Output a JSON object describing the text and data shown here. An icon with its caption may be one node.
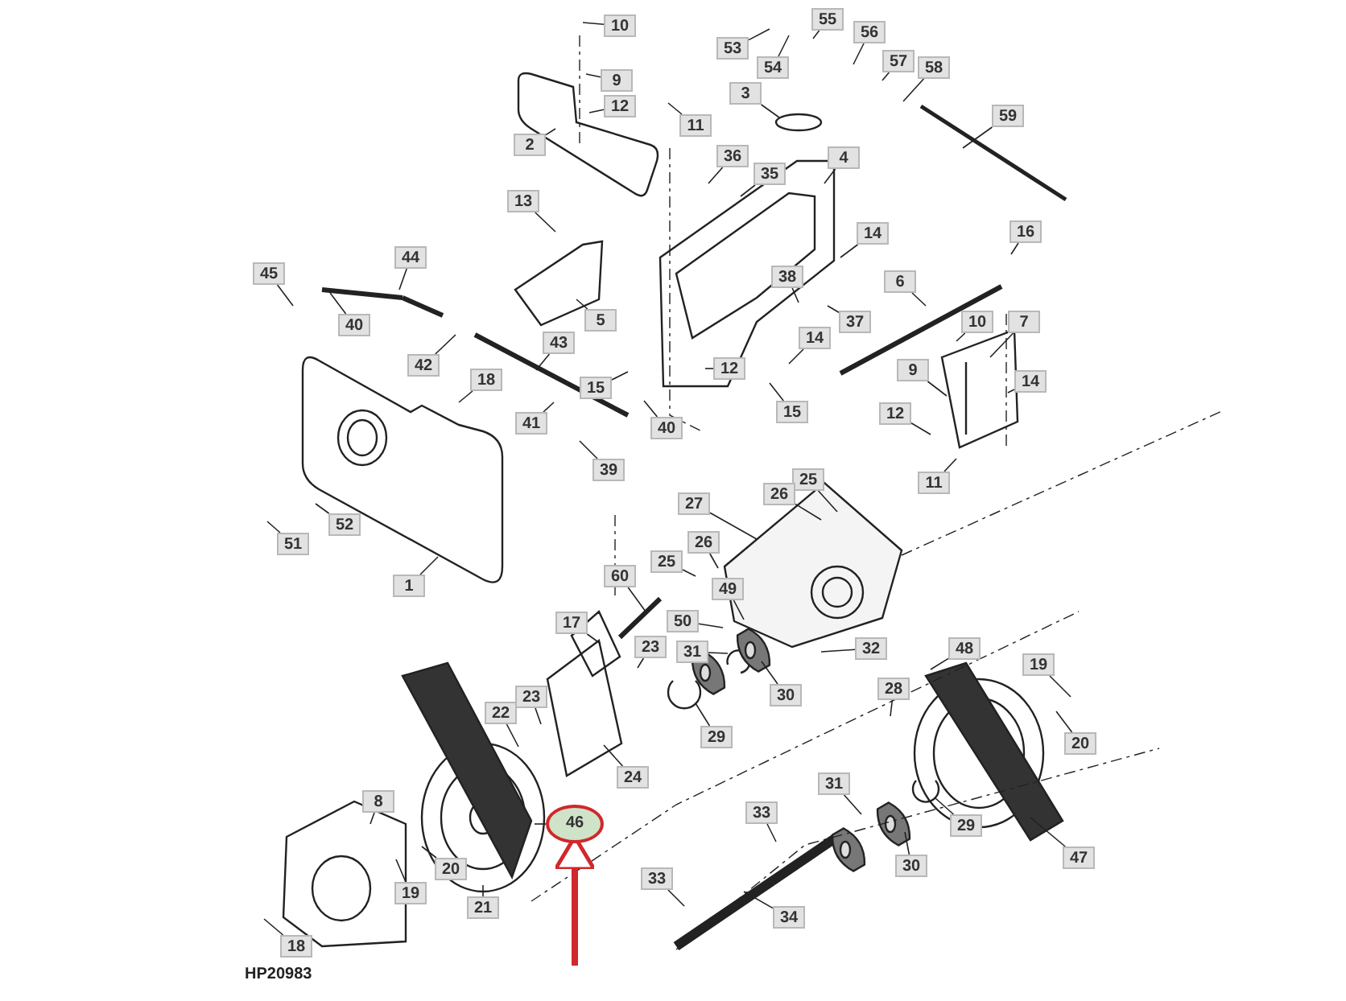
{
  "diagram": {
    "nodes": [
      {
        "text": [
          "10"
        ]
      },
      {
        "text": [
          "55"
        ]
      },
      {
        "text": [
          "56"
        ]
      },
      {
        "text": [
          "53"
        ]
      },
      {
        "text": [
          "54"
        ]
      },
      {
        "text": [
          "57"
        ]
      },
      {
        "text": [
          "58"
        ]
      },
      {
        "text": [
          "9"
        ]
      },
      {
        "text": [
          "12"
        ]
      },
      {
        "text": [
          "11"
        ]
      },
      {
        "text": [
          "3"
        ]
      },
      {
        "text": [
          "59"
        ]
      },
      {
        "text": [
          "2"
        ]
      },
      {
        "text": [
          "36"
        ]
      },
      {
        "text": [
          "35"
        ]
      },
      {
        "text": [
          "4"
        ]
      },
      {
        "text": [
          "13"
        ]
      },
      {
        "text": [
          "14"
        ]
      },
      {
        "text": [
          "16"
        ]
      },
      {
        "text": [
          "45"
        ]
      },
      {
        "text": [
          "44"
        ]
      },
      {
        "text": [
          "38"
        ]
      },
      {
        "text": [
          "6"
        ]
      },
      {
        "text": [
          "40"
        ]
      },
      {
        "text": [
          "37"
        ]
      },
      {
        "text": [
          "5"
        ]
      },
      {
        "text": [
          "14"
        ]
      },
      {
        "text": [
          "10"
        ]
      },
      {
        "text": [
          "7"
        ]
      },
      {
        "text": [
          "42"
        ]
      },
      {
        "text": [
          "43"
        ]
      },
      {
        "text": [
          "9"
        ]
      },
      {
        "text": [
          "14"
        ]
      },
      {
        "text": [
          "18"
        ]
      },
      {
        "text": [
          "15"
        ]
      },
      {
        "text": [
          "12"
        ]
      },
      {
        "text": [
          "15"
        ]
      },
      {
        "text": [
          "12"
        ]
      },
      {
        "text": [
          "41"
        ]
      },
      {
        "text": [
          "40"
        ]
      },
      {
        "text": [
          "39"
        ]
      },
      {
        "text": [
          "11"
        ]
      },
      {
        "text": [
          "25"
        ]
      },
      {
        "text": [
          "26"
        ]
      },
      {
        "text": [
          "27"
        ]
      },
      {
        "text": [
          "51"
        ]
      },
      {
        "text": [
          "52"
        ]
      },
      {
        "text": [
          "1"
        ]
      },
      {
        "text": [
          "26"
        ]
      },
      {
        "text": [
          "25"
        ]
      },
      {
        "text": [
          "60"
        ]
      },
      {
        "text": [
          "49"
        ]
      },
      {
        "text": [
          "50"
        ]
      },
      {
        "text": [
          "17"
        ]
      },
      {
        "text": [
          "31"
        ]
      },
      {
        "text": [
          "32"
        ]
      },
      {
        "text": [
          "23"
        ]
      },
      {
        "text": [
          "48"
        ]
      },
      {
        "text": [
          "19"
        ]
      },
      {
        "text": [
          "28"
        ]
      },
      {
        "text": [
          "22"
        ]
      },
      {
        "text": [
          "23"
        ]
      },
      {
        "text": [
          "30"
        ]
      },
      {
        "text": [
          "29"
        ]
      },
      {
        "text": [
          "20"
        ]
      },
      {
        "text": [
          "24"
        ]
      },
      {
        "text": [
          "31"
        ]
      },
      {
        "text": [
          "33"
        ]
      },
      {
        "text": [
          "29"
        ]
      },
      {
        "text": [
          "46"
        ]
      },
      {
        "text": [
          "30"
        ]
      },
      {
        "text": [
          "8"
        ]
      },
      {
        "text": [
          "20"
        ]
      },
      {
        "text": [
          "19"
        ]
      },
      {
        "text": [
          "21"
        ]
      },
      {
        "text": [
          "47"
        ]
      },
      {
        "text": [
          "33"
        ]
      },
      {
        "text": [
          "18"
        ]
      },
      {
        "text": [
          "34"
        ]
      }
    ],
    "edges": [
      {
        "from": 0,
        "to": null,
        "arrow": "none"
      },
      {
        "from": 1,
        "to": null,
        "arrow": "none"
      },
      {
        "from": 2,
        "to": null,
        "arrow": "none"
      },
      {
        "from": 3,
        "to": null,
        "arrow": "none"
      },
      {
        "from": 4,
        "to": null,
        "arrow": "none"
      },
      {
        "from": 5,
        "to": null,
        "arrow": "none"
      },
      {
        "from": 6,
        "to": null,
        "arrow": "none"
      },
      {
        "from": 7,
        "to": null,
        "arrow": "none"
      },
      {
        "from": 8,
        "to": null,
        "arrow": "none"
      },
      {
        "from": 9,
        "to": null,
        "arrow": "none"
      },
      {
        "from": 10,
        "to": null,
        "arrow": "none"
      },
      {
        "from": 11,
        "to": null,
        "arrow": "none"
      },
      {
        "from": 12,
        "to": null,
        "arrow": "none"
      },
      {
        "from": 13,
        "to": null,
        "arrow": "none"
      },
      {
        "from": 14,
        "to": null,
        "arrow": "none"
      },
      {
        "from": 15,
        "to": null,
        "arrow": "none"
      },
      {
        "from": 16,
        "to": null,
        "arrow": "none"
      },
      {
        "from": 17,
        "to": null,
        "arrow": "none"
      },
      {
        "from": 18,
        "to": null,
        "arrow": "none"
      },
      {
        "from": 19,
        "to": null,
        "arrow": "none"
      },
      {
        "from": 20,
        "to": null,
        "arrow": "none"
      },
      {
        "from": 21,
        "to": null,
        "arrow": "none"
      },
      {
        "from": 22,
        "to": null,
        "arrow": "none"
      },
      {
        "from": 23,
        "to": null,
        "arrow": "none"
      },
      {
        "from": 24,
        "to": null,
        "arrow": "none"
      },
      {
        "from": 25,
        "to": null,
        "arrow": "none"
      },
      {
        "from": 26,
        "to": null,
        "arrow": "none"
      },
      {
        "from": 27,
        "to": null,
        "arrow": "none"
      },
      {
        "from": 28,
        "to": null,
        "arrow": "none"
      },
      {
        "from": 29,
        "to": null,
        "arrow": "none"
      },
      {
        "from": 30,
        "to": null,
        "arrow": "none"
      },
      {
        "from": 31,
        "to": null,
        "arrow": "none"
      },
      {
        "from": 32,
        "to": null,
        "arrow": "none"
      },
      {
        "from": 33,
        "to": null,
        "arrow": "none"
      },
      {
        "from": 34,
        "to": null,
        "arrow": "none"
      },
      {
        "from": 35,
        "to": null,
        "arrow": "none"
      },
      {
        "from": 36,
        "to": null,
        "arrow": "none"
      },
      {
        "from": 37,
        "to": null,
        "arrow": "none"
      },
      {
        "from": 38,
        "to": null,
        "arrow": "none"
      },
      {
        "from": 39,
        "to": null,
        "arrow": "none"
      },
      {
        "from": 40,
        "to": null,
        "arrow": "none"
      },
      {
        "from": 41,
        "to": null,
        "arrow": "none"
      },
      {
        "from": 42,
        "to": null,
        "arrow": "none"
      },
      {
        "from": 43,
        "to": null,
        "arrow": "none"
      },
      {
        "from": 44,
        "to": null,
        "arrow": "none"
      },
      {
        "from": 45,
        "to": null,
        "arrow": "none"
      },
      {
        "from": 46,
        "to": null,
        "arrow": "none"
      },
      {
        "from": 47,
        "to": null,
        "arrow": "none"
      },
      {
        "from": 48,
        "to": null,
        "arrow": "none"
      },
      {
        "from": 49,
        "to": null,
        "arrow": "none"
      },
      {
        "from": 50,
        "to": null,
        "arrow": "none"
      },
      {
        "from": 51,
        "to": null,
        "arrow": "none"
      },
      {
        "from": 52,
        "to": null,
        "arrow": "none"
      },
      {
        "from": 53,
        "to": null,
        "arrow": "none"
      },
      {
        "from": 54,
        "to": null,
        "arrow": "none"
      },
      {
        "from": 55,
        "to": null,
        "arrow": "none"
      },
      {
        "from": 56,
        "to": null,
        "arrow": "none"
      },
      {
        "from": 57,
        "to": null,
        "arrow": "none"
      },
      {
        "from": 58,
        "to": null,
        "arrow": "none"
      },
      {
        "from": 59,
        "to": null,
        "arrow": "none"
      },
      {
        "from": 60,
        "to": null,
        "arrow": "none"
      },
      {
        "from": 61,
        "to": null,
        "arrow": "none"
      },
      {
        "from": 62,
        "to": null,
        "arrow": "none"
      },
      {
        "from": 63,
        "to": null,
        "arrow": "none"
      },
      {
        "from": 64,
        "to": null,
        "arrow": "none"
      },
      {
        "from": 65,
        "to": null,
        "arrow": "none"
      },
      {
        "from": 66,
        "to": null,
        "arrow": "none"
      },
      {
        "from": 67,
        "to": null,
        "arrow": "none"
      },
      {
        "from": 68,
        "to": null,
        "arrow": "none"
      },
      {
        "from": 69,
        "to": null,
        "arrow": "none"
      },
      {
        "from": 70,
        "to": null,
        "arrow": "none"
      },
      {
        "from": 71,
        "to": null,
        "arrow": "none"
      },
      {
        "from": 72,
        "to": null,
        "arrow": "none"
      },
      {
        "from": 73,
        "to": null,
        "arrow": "none"
      },
      {
        "from": 74,
        "to": null,
        "arrow": "none"
      },
      {
        "from": 75,
        "to": null,
        "arrow": "none"
      },
      {
        "from": 76,
        "to": null,
        "arrow": "none"
      },
      {
        "from": 77,
        "to": null,
        "arrow": "none"
      },
      {
        "from": 78,
        "to": null,
        "arrow": "none"
      },
      {
        "from": null,
        "to": 69,
        "arrow": "to",
        "style": "thick",
        "color": "#d0282c"
      }
    ],
    "labels": [
      "HP20983"
    ]
  }
}
